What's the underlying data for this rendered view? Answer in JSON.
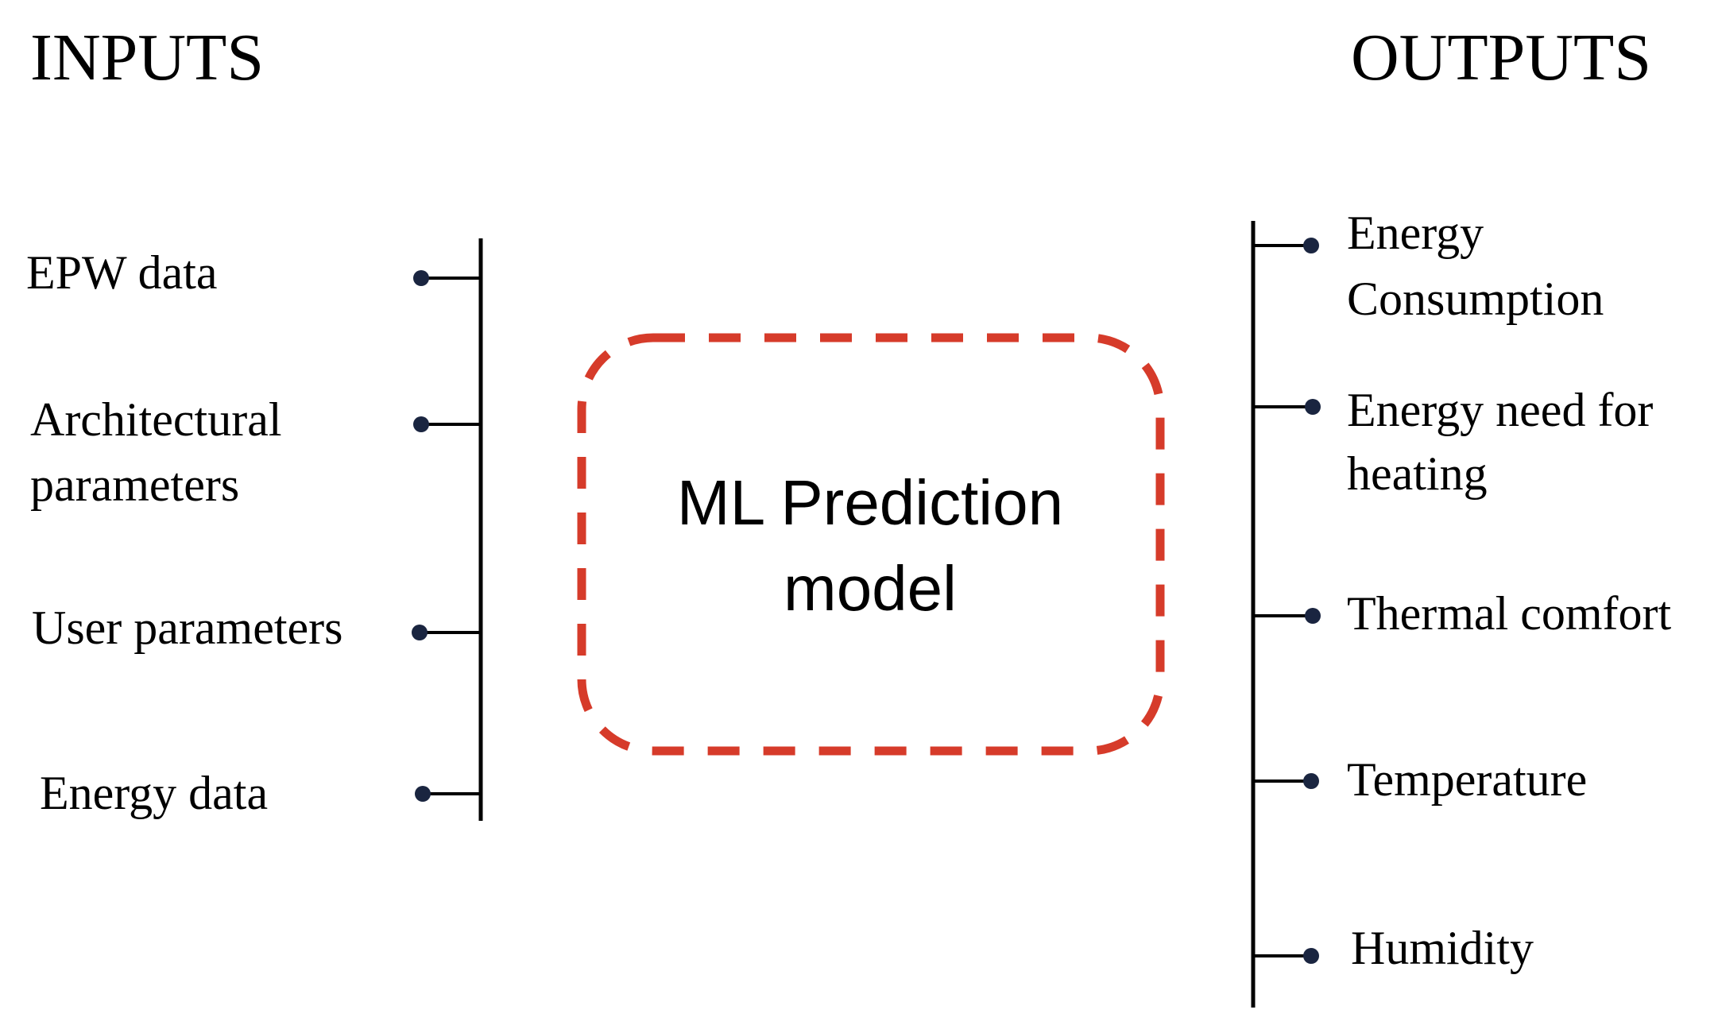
{
  "inputs": {
    "heading": "INPUTS",
    "items": [
      {
        "lines": [
          "EPW data"
        ]
      },
      {
        "lines": [
          "Architectural",
          "parameters"
        ]
      },
      {
        "lines": [
          "User parameters"
        ]
      },
      {
        "lines": [
          "Energy data"
        ]
      }
    ]
  },
  "outputs": {
    "heading": "OUTPUTS",
    "items": [
      {
        "lines": [
          "Energy",
          "Consumption"
        ]
      },
      {
        "lines": [
          "Energy need for",
          "heating"
        ]
      },
      {
        "lines": [
          "Thermal comfort"
        ]
      },
      {
        "lines": [
          "Temperature"
        ]
      },
      {
        "lines": [
          "Humidity"
        ]
      }
    ]
  },
  "model": {
    "lines": [
      "ML Prediction",
      "model"
    ]
  },
  "colors": {
    "model_border": "#d63b2a",
    "line": "#000000",
    "node": "#1a2540"
  }
}
